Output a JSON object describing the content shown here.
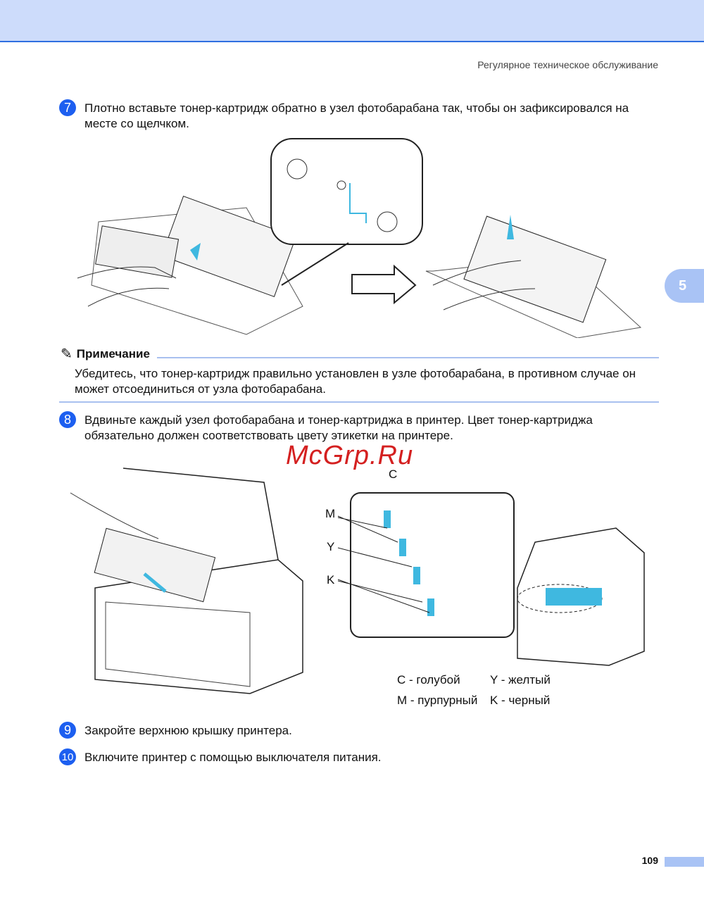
{
  "header": {
    "running_title": "Регулярное техническое обслуживание",
    "chapter_tab": "5"
  },
  "steps": [
    {
      "number": "7",
      "text": "Плотно вставьте тонер-картридж обратно в узел фотобарабана так, чтобы он зафиксировался на месте со щелчком."
    },
    {
      "number": "8",
      "text": "Вдвиньте каждый узел фотобарабана и тонер-картриджа в принтер. Цвет тонер-картриджа обязательно должен соответствовать цвету этикетки на принтере."
    },
    {
      "number": "9",
      "text": "Закройте верхнюю крышку принтера."
    },
    {
      "number": "10",
      "text": "Включите принтер с помощью выключателя питания."
    }
  ],
  "note": {
    "title": "Примечание",
    "text": "Убедитесь, что тонер-картридж правильно установлен в узле фотобарабана, в противном случае он может отсоединиться от узла фотобарабана."
  },
  "diagram_labels": {
    "c": "C",
    "m": "M",
    "y": "Y",
    "k": "K"
  },
  "legend": {
    "c": "C - голубой",
    "y": "Y - желтый",
    "m": "M - пурпурный",
    "k": "K - черный"
  },
  "watermark": "McGrp.Ru",
  "footer": {
    "page_number": "109"
  },
  "colors": {
    "accent": "#1d5ff0",
    "band": "#cddcfb",
    "cyan": "#3fb8e0"
  }
}
